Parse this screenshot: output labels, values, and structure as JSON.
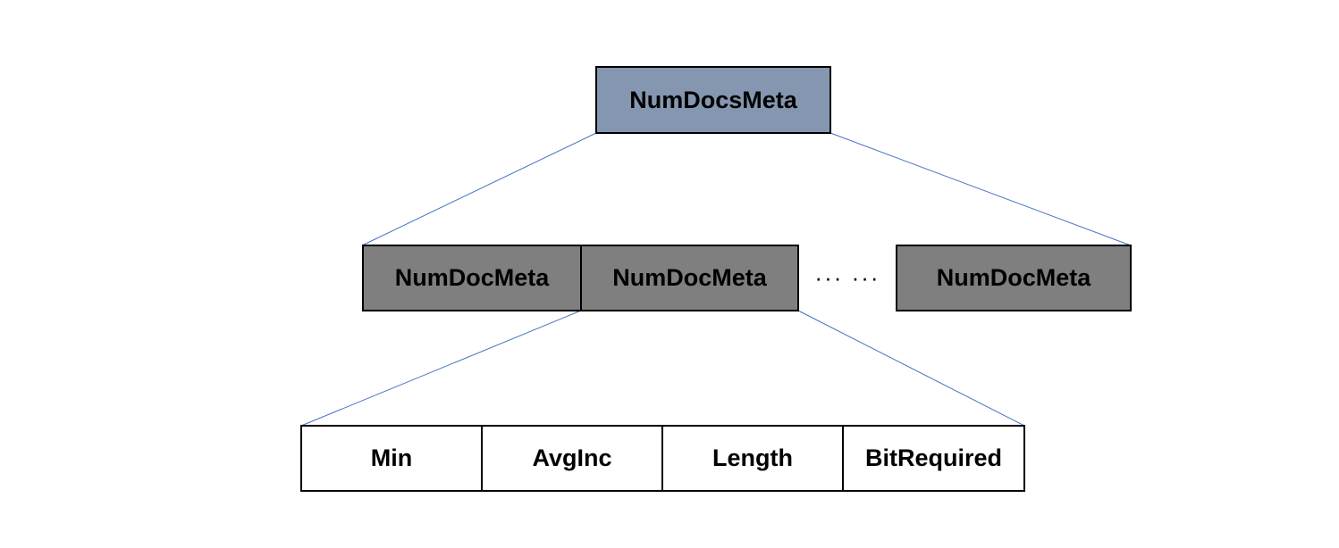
{
  "colors": {
    "root_fill": "#8496B0",
    "mid_fill": "#7F7F7F",
    "leaf_fill": "#FFFFFF",
    "border": "#000000",
    "connector": "#4472C4"
  },
  "root": {
    "label": "NumDocsMeta"
  },
  "children": [
    {
      "label": "NumDocMeta"
    },
    {
      "label": "NumDocMeta"
    },
    {
      "label": "NumDocMeta"
    }
  ],
  "ellipsis": "··· ···",
  "fields": [
    {
      "label": "Min"
    },
    {
      "label": "AvgInc"
    },
    {
      "label": "Length"
    },
    {
      "label": "BitRequired"
    }
  ]
}
